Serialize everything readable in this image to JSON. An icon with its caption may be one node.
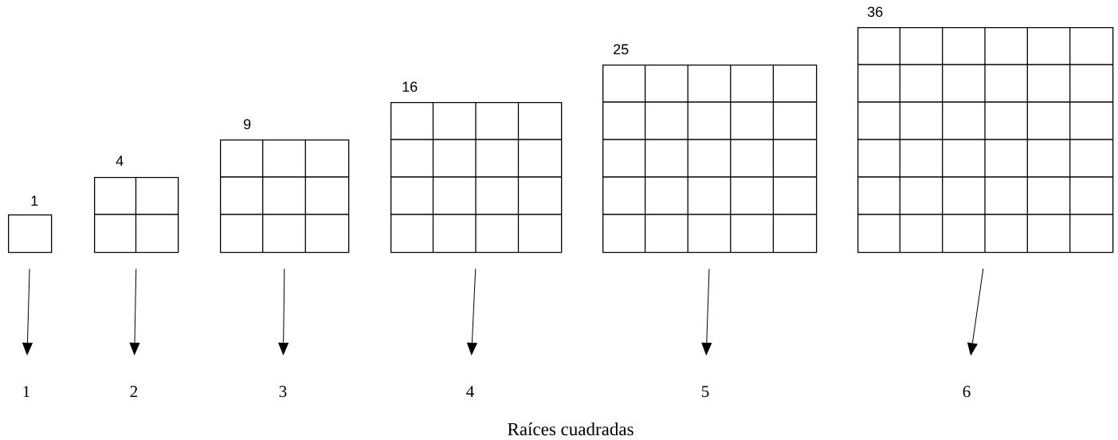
{
  "diagram": {
    "caption": "Raíces cuadradas",
    "nodes": [
      {
        "text": [
          "1"
        ]
      },
      {
        "text": [
          "4"
        ]
      },
      {
        "text": [
          "9"
        ]
      },
      {
        "text": [
          "16"
        ]
      },
      {
        "text": [
          "25"
        ]
      },
      {
        "text": [
          "36"
        ]
      },
      {
        "text": [
          "1"
        ]
      },
      {
        "text": [
          "2"
        ]
      },
      {
        "text": [
          "3"
        ]
      },
      {
        "text": [
          "4"
        ]
      },
      {
        "text": [
          "5"
        ]
      },
      {
        "text": [
          "6"
        ]
      }
    ],
    "edges": [
      {
        "from": 0,
        "to": 6,
        "arrow": "to"
      },
      {
        "from": 1,
        "to": 7,
        "arrow": "to"
      },
      {
        "from": 2,
        "to": 8,
        "arrow": "to"
      },
      {
        "from": 3,
        "to": 9,
        "arrow": "to"
      },
      {
        "from": 4,
        "to": 10,
        "arrow": "to"
      },
      {
        "from": 5,
        "to": 11,
        "arrow": "to"
      }
    ]
  }
}
